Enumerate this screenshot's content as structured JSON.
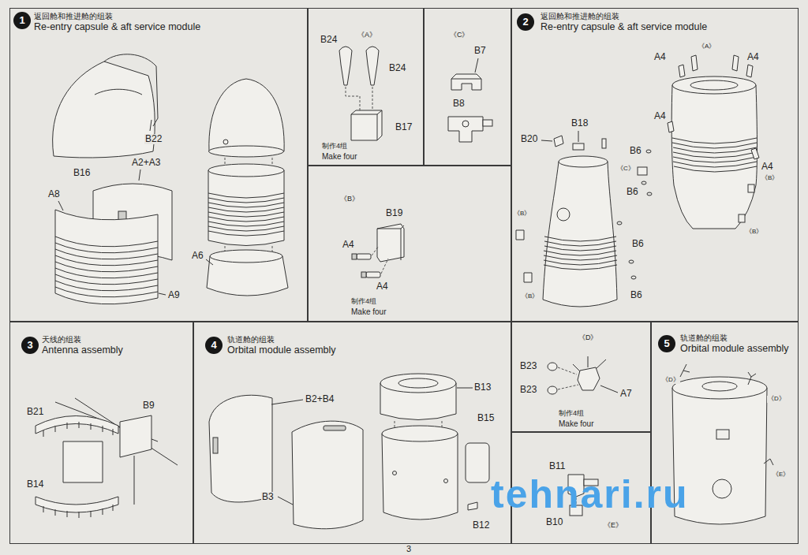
{
  "diagram": {
    "nodes": [
      {
        "text": [
          "返回舱和推进舱的组装",
          "Re-entry capsule & aft service module"
        ]
      },
      {
        "text": [
          "1"
        ],
        "in": 0
      },
      {
        "text": [
          "《A》"
        ]
      },
      {
        "text": [
          "《C》"
        ]
      },
      {
        "text": [
          "《B》"
        ]
      },
      {
        "text": [
          "返回舱和推进舱的组装",
          "Re-entry capsule & aft service module"
        ]
      },
      {
        "text": [
          "2"
        ],
        "in": 5
      },
      {
        "text": [
          "天线的组装",
          "Antenna assembly"
        ]
      },
      {
        "text": [
          "3"
        ],
        "in": 7
      },
      {
        "text": [
          "轨道舱的组装",
          "Orbital module assembly"
        ]
      },
      {
        "text": [
          "4"
        ],
        "in": 9
      },
      {
        "text": [
          "《D》"
        ]
      },
      {
        "text": [
          "《E》"
        ]
      },
      {
        "text": [
          "轨道舱的组装",
          "Orbital module assembly"
        ]
      },
      {
        "text": [
          "5"
        ],
        "in": 13
      }
    ],
    "labels": [
      "B22",
      "B16",
      "A2+A3",
      "A8",
      "A9",
      "A6",
      "B24",
      "B24",
      "B17",
      "制作4组",
      "Make four",
      "B7",
      "B8",
      "B19",
      "A4",
      "A4",
      "制作4组",
      "Make four",
      "B18",
      "B20",
      "A4",
      "A4",
      "A4",
      "A4",
      "B6",
      "B6",
      "B6",
      "B6",
      "《A》",
      "《C》",
      "《B》",
      "《B》",
      "《B》",
      "《B》",
      "B21",
      "B9",
      "B14",
      "B2+B4",
      "B13",
      "B15",
      "B3",
      "B12",
      "B23",
      "B23",
      "A7",
      "制作4组",
      "Make four",
      "B11",
      "B10",
      "《D》",
      "《D》",
      "《E》",
      "tehnari.ru",
      "3"
    ]
  }
}
